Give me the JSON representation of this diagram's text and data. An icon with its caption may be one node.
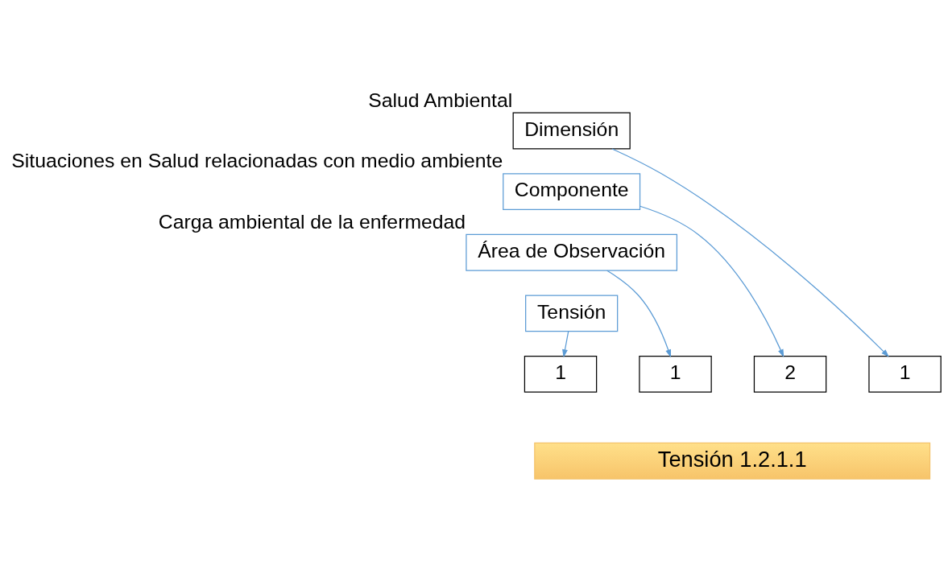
{
  "diagram": {
    "nodes": [
      {
        "text": [
          "Dimensión"
        ],
        "beside": [
          "Salud Ambiental"
        ]
      },
      {
        "text": [
          "Componente"
        ],
        "beside": [
          "Situaciones en Salud relacionadas con medio ambiente"
        ]
      },
      {
        "text": [
          "Área de Observación"
        ],
        "beside": [
          "Carga ambiental de la enfermedad"
        ]
      },
      {
        "text": [
          "Tensión"
        ]
      },
      {
        "text": [
          "1"
        ]
      },
      {
        "text": [
          "2"
        ]
      },
      {
        "text": [
          "1"
        ]
      },
      {
        "text": [
          "1"
        ]
      },
      {
        "text": [
          "Tensión 1.2.1.1"
        ]
      }
    ],
    "edges": [
      {
        "from": 0,
        "to": 4,
        "arrow": "to"
      },
      {
        "from": 1,
        "to": 5,
        "arrow": "to"
      },
      {
        "from": 2,
        "to": 6,
        "arrow": "to"
      },
      {
        "from": 3,
        "to": 7,
        "arrow": "to"
      }
    ]
  }
}
